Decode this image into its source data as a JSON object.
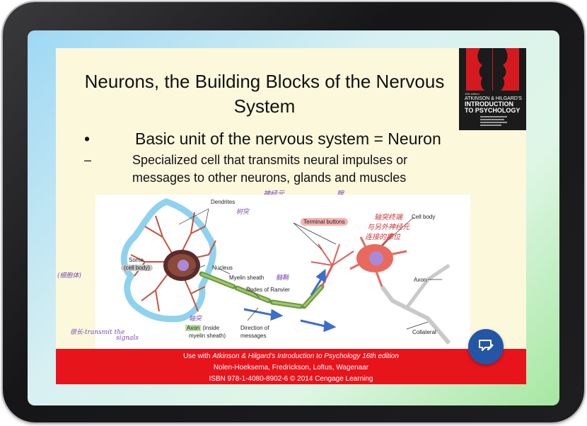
{
  "slide": {
    "title": "Neurons, the Building Blocks of the Nervous System",
    "bullet_marker": "•",
    "bullet_text": "Basic unit of the nervous system = Neuron",
    "sub_marker": "–",
    "sub_text_line1": "Specialized cell that transmits neural impulses or",
    "sub_text_line2": "messages to other neurons, glands and muscles"
  },
  "book_cover": {
    "edition": "16th edition",
    "line1": "ATKINSON & HILGARD'S",
    "line2": "INTRODUCTION",
    "line3": "TO PSYCHOLOGY"
  },
  "diagram": {
    "labels": {
      "dendrites": "Dendrites",
      "terminal_buttons": "Terminal buttons",
      "cell_body": "Cell body",
      "soma": "Soma",
      "soma_sub": "(cell body)",
      "nucleus": "Nucleus",
      "myelin_sheath": "Myelin sheath",
      "nodes_of_ranvier": "Nodes of Ranvier",
      "axon_right": "Axon",
      "axon_left": "Axon",
      "axon_left_sub": "(inside",
      "axon_left_sub2": "myelin sheath)",
      "direction1": "Direction of",
      "direction2": "messages",
      "collateral": "Collateral"
    },
    "handwriting": {
      "neuron": "神经元",
      "gland": "腺",
      "dendrite": "树突",
      "terminal1": "轴突终端",
      "terminal2": "与另外神经元",
      "terminal3": "连接的部位",
      "myelin": "髓鞘",
      "soma": "(细胞体)",
      "axon_cn": "轴突",
      "axon_note1": "很长-transmit the",
      "axon_note2": "signals"
    }
  },
  "footer": {
    "line1_prefix": "Use with ",
    "line1_title": "Atkinson & Hilgard's Introduction to Psychology 16th edition",
    "line2": "Nolen-Hoeksema, Fredrickson, Loftus, Wagenaar",
    "line3": "ISBN 978-1-4080-8902-6 © 2014 Cengage Learning"
  },
  "colors": {
    "footer": "#e8141c",
    "slide_bg": "#fbf8dc",
    "fab": "#2456a6",
    "handwriting": "#7a4ab0"
  },
  "icons": {
    "fab": "comment-edit-icon"
  }
}
